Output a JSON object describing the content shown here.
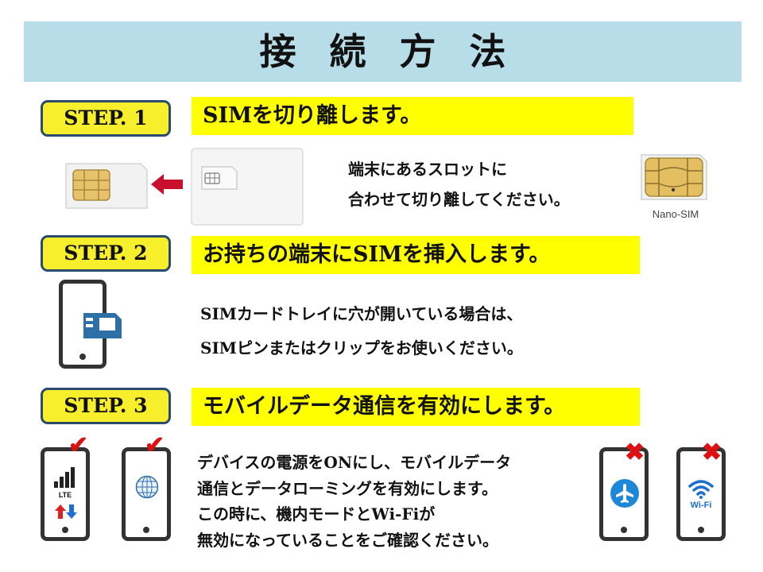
{
  "title": "接続方法",
  "steps": [
    {
      "label": "STEP. 1",
      "heading": "SIMを切り離します。",
      "text_lines": [
        "端末にあるスロットに",
        "合わせて切り離してください。"
      ],
      "caption": "Nano-SIM"
    },
    {
      "label": "STEP. 2",
      "heading": "お持ちの端末にSIMを挿入します。",
      "text_lines": [
        "SIMカードトレイに穴が開いている場合は、",
        "SIMピンまたはクリップをお使いください。"
      ]
    },
    {
      "label": "STEP. 3",
      "heading": "モバイルデータ通信を有効にします。",
      "text_lines": [
        "デバイスの電源をONにし、モバイルデータ",
        "通信とデータローミングを有効にします。",
        "この時に、機内モードとWi-Fiが",
        "無効になっていることをご確認ください。"
      ],
      "icon_labels": {
        "lte": "LTE",
        "wifi": "Wi-Fi"
      }
    }
  ],
  "colors": {
    "title_bg": "#b7dde8",
    "step_bg": "#f7ef2c",
    "heading_bg": "#ffff00",
    "accent_red": "#d11111",
    "arrow_red": "#c8102e",
    "plane_blue": "#1e88d8"
  }
}
